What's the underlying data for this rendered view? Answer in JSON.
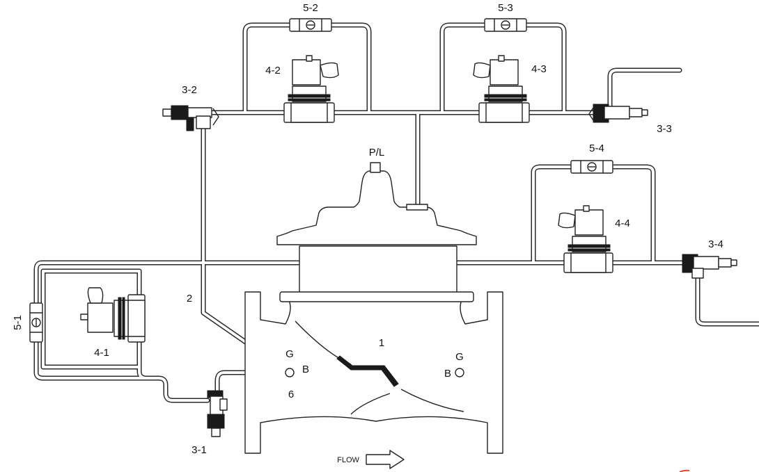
{
  "labels": {
    "sv_5_2": "5-2",
    "sv_5_3": "5-3",
    "sv_5_4": "5-4",
    "sv_5_1": "5-1",
    "sol_4_2": "4-2",
    "sol_4_3": "4-3",
    "sol_4_4": "4-4",
    "sol_4_1": "4-1",
    "cock_3_2": "3-2",
    "cock_3_3": "3-3",
    "cock_3_4": "3-4",
    "cock_3_1": "3-1",
    "pl": "P/L",
    "part_2": "2",
    "part_1": "1",
    "part_6": "6",
    "gauge_g_left": "G",
    "gauge_b_left": "B",
    "gauge_g_right": "G",
    "gauge_b_right": "B",
    "flow": "FLOW"
  },
  "colors": {
    "line": "#222222",
    "accent": "#e8442a"
  }
}
